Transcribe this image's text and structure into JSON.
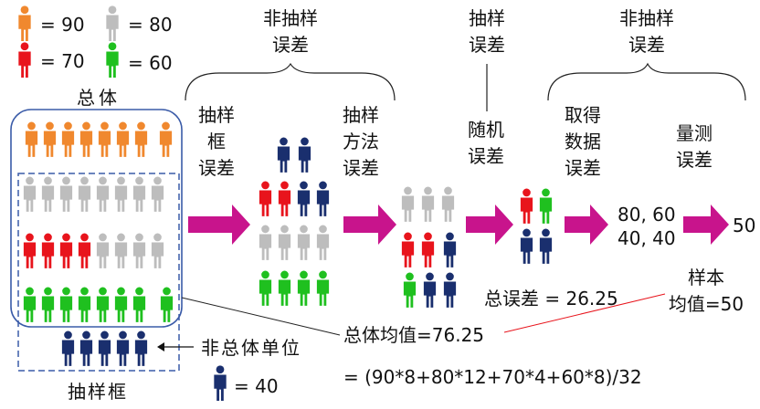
{
  "colors": {
    "orange": "#F0882E",
    "gray": "#BDBDBD",
    "red": "#E8141C",
    "green": "#1FC01F",
    "navy": "#1A2F6E",
    "arrow": "#C8148C",
    "frame": "#3A5BA8"
  },
  "legend": {
    "orange_value": "= 90",
    "gray_value": "= 80",
    "red_value": "= 70",
    "green_value": "= 60",
    "navy_value": "= 40"
  },
  "population_label": "总体",
  "frame_label": "抽样框",
  "non_population_label": "非总体单位",
  "brace_labels": {
    "non_sampling_error_1": [
      "非抽样",
      "误差"
    ],
    "sampling_error": [
      "抽样",
      "误差"
    ],
    "non_sampling_error_2": [
      "非抽样",
      "误差"
    ]
  },
  "error_labels": {
    "frame_error": [
      "抽样",
      "框",
      "误差"
    ],
    "method_error": [
      "抽样",
      "方法",
      "误差"
    ],
    "random_error": [
      "随机",
      "误差"
    ],
    "data_error": [
      "取得",
      "数据",
      "误差"
    ],
    "measurement_error": [
      "量测",
      "误差"
    ]
  },
  "measured_values": [
    "80, 60",
    "40, 40"
  ],
  "sample_result": "50",
  "total_error": "总误差 = 26.25",
  "sample_mean": [
    "样本",
    "均值=50"
  ],
  "population_mean": "总体均值=76.25",
  "formula": "= (90*8+80*12+70*4+60*8)/32",
  "icons": [
    "person-orange-icon",
    "person-gray-icon",
    "person-red-icon",
    "person-green-icon",
    "person-navy-icon",
    "brace-icon",
    "arrow-right-icon"
  ]
}
